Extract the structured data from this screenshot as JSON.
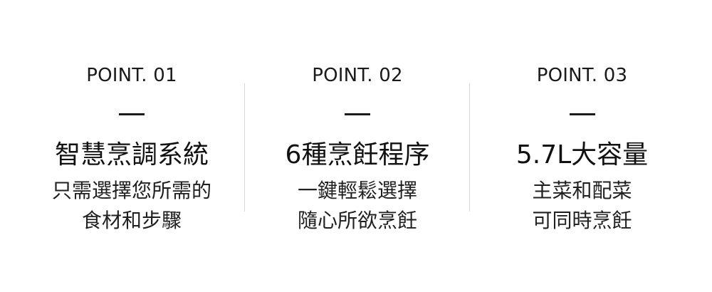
{
  "points": [
    {
      "label": "POINT. 01",
      "title": "智慧烹調系統",
      "lines": [
        "只需選擇您所需的",
        "食材和步驟"
      ]
    },
    {
      "label": "POINT. 02",
      "title": "6種烹飪程序",
      "lines": [
        "一鍵輕鬆選擇",
        "隨心所欲烹飪"
      ]
    },
    {
      "label": "POINT. 03",
      "title": "5.7L大容量",
      "lines": [
        "主菜和配菜",
        "可同時烹飪"
      ]
    }
  ],
  "colors": {
    "text": "#1a1a1a",
    "divider": "#d6d6d6",
    "background": "#ffffff"
  }
}
